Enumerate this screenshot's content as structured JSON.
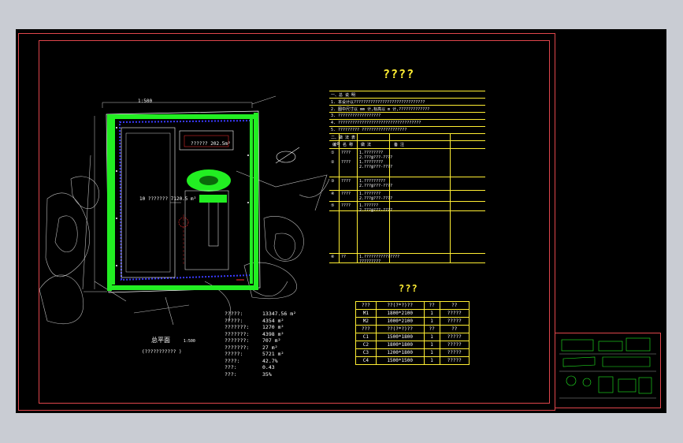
{
  "drawing": {
    "main_title": "????",
    "table_title": "???",
    "plan_title": "总平面",
    "plan_scale": "1:500",
    "plan_subtitle": "(??????????? )"
  },
  "spec_table": {
    "section1": "一、总 说 明",
    "section2": "二、做  法  表",
    "rows": [
      "1. 本设计以??????????????????????????????",
      "2. 图中尺寸以 mm 计,标高以 m 计,?????????????",
      "3. ??????????????????",
      "4. ???????????????????????????????????",
      "5. ????????? ???????????????????"
    ],
    "header": [
      "编号",
      "名  称",
      "做      法",
      "备  注"
    ],
    "items": [
      [
        "①",
        "????",
        "1.????????",
        "2.???@???-????"
      ],
      [
        "②",
        "????",
        "1.????????",
        "2.???@???-????"
      ],
      [
        "③",
        "????",
        "1.?????????",
        "2.???@???-????"
      ],
      [
        "④",
        "????",
        "1.???????",
        "2.???@???-????"
      ],
      [
        "⑤",
        "????",
        "1.??????",
        "2.???@???-????"
      ],
      [
        "⑥",
        "??",
        "1.???????????????",
        "?????????"
      ]
    ]
  },
  "door_table": {
    "columns": [
      "???",
      "??(?*?)??",
      "??",
      "??"
    ],
    "rows": [
      [
        "M1",
        "1800*2100",
        "1",
        "?????"
      ],
      [
        "M2",
        "1000*2100",
        "1",
        "?????"
      ],
      [
        "???",
        "??(?*?)??",
        "??",
        "??"
      ],
      [
        "C1",
        "1500*1800",
        "1",
        "?????"
      ],
      [
        "C2",
        "1800*1800",
        "1",
        "?????"
      ],
      [
        "C3",
        "1200*1800",
        "1",
        "?????"
      ],
      [
        "C4",
        "1500*1500",
        "1",
        "?????"
      ]
    ]
  },
  "site_stats": [
    [
      "?????:",
      "13347.56 m²"
    ],
    [
      "?????:",
      "4354 m²"
    ],
    [
      "???????:",
      "1270 m²"
    ],
    [
      "???????:",
      "4398 m²"
    ],
    [
      "???????:",
      "707 m²"
    ],
    [
      "???????:",
      "27 m²"
    ],
    [
      "?????:",
      "5721 m²"
    ],
    [
      "????:",
      "42.7%"
    ],
    [
      "???:",
      "0.43"
    ],
    [
      "???:",
      "35%"
    ]
  ],
  "plan_labels": {
    "building": "10 ??????? 7120.5 m²",
    "annex": "?????? 202.5m²",
    "grid_top": "1:500"
  },
  "colors": {
    "background": "#000000",
    "frame": "#e0464c",
    "text_yellow": "#ffee33",
    "trees": "#22ee22",
    "road": "#3a3aff"
  }
}
